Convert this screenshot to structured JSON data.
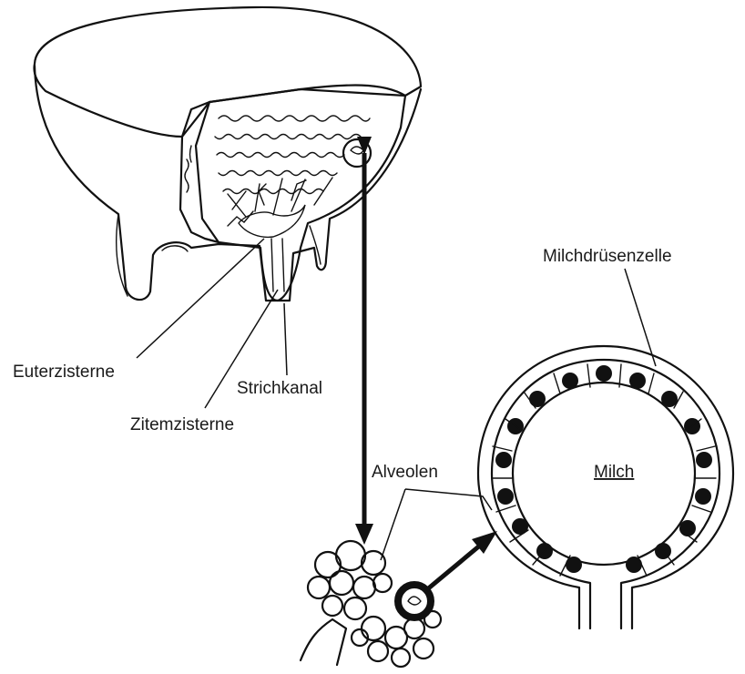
{
  "labels": {
    "euterzisterne": "Euterzisterne",
    "strichkanal": "Strichkanal",
    "zitemzisterne": "Zitemzisterne",
    "alveolen": "Alveolen",
    "milchdruesenzelle": "Milchdrüsenzelle",
    "milch": "Milch"
  },
  "colors": {
    "ink": "#111111",
    "background": "#ffffff"
  }
}
